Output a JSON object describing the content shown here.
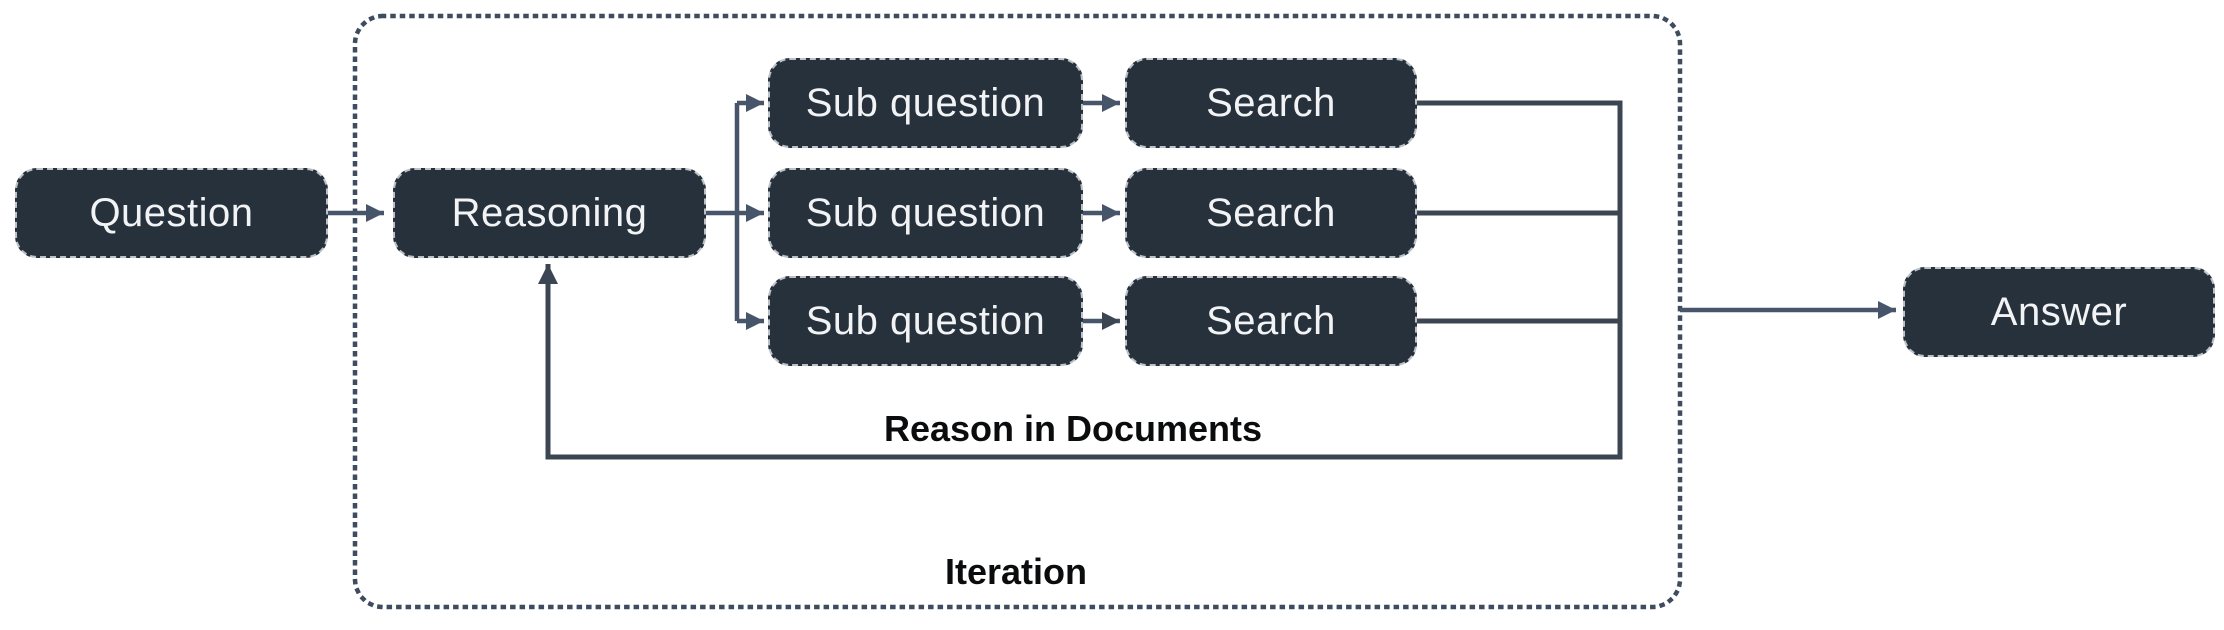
{
  "diagram": {
    "type": "flowchart",
    "nodes": {
      "question": {
        "label": "Question"
      },
      "reasoning": {
        "label": "Reasoning"
      },
      "sub_question_1": {
        "label": "Sub question"
      },
      "sub_question_2": {
        "label": "Sub question"
      },
      "sub_question_3": {
        "label": "Sub question"
      },
      "search_1": {
        "label": "Search"
      },
      "search_2": {
        "label": "Search"
      },
      "search_3": {
        "label": "Search"
      },
      "answer": {
        "label": "Answer"
      }
    },
    "labels": {
      "loop_label": "Reason in Documents",
      "container_label": "Iteration"
    },
    "edges": [
      {
        "from": "question",
        "to": "reasoning"
      },
      {
        "from": "reasoning",
        "to": "sub_question_1"
      },
      {
        "from": "reasoning",
        "to": "sub_question_2"
      },
      {
        "from": "reasoning",
        "to": "sub_question_3"
      },
      {
        "from": "sub_question_1",
        "to": "search_1"
      },
      {
        "from": "sub_question_2",
        "to": "search_2"
      },
      {
        "from": "sub_question_3",
        "to": "search_3"
      },
      {
        "from": "search_1",
        "to": "reasoning",
        "via": "Reason in Documents"
      },
      {
        "from": "search_2",
        "to": "reasoning",
        "via": "Reason in Documents"
      },
      {
        "from": "search_3",
        "to": "reasoning",
        "via": "Reason in Documents"
      },
      {
        "from": "iteration_container",
        "to": "answer"
      }
    ],
    "colors": {
      "canvas_bg": "#ffffff",
      "node_fill": "#27313c",
      "node_text": "#f2f3f5",
      "arrow": "#47556a",
      "loop_line": "#3c4653",
      "boundary_dots": "#3f4b5e",
      "label_text": "#0b0c0d"
    }
  }
}
